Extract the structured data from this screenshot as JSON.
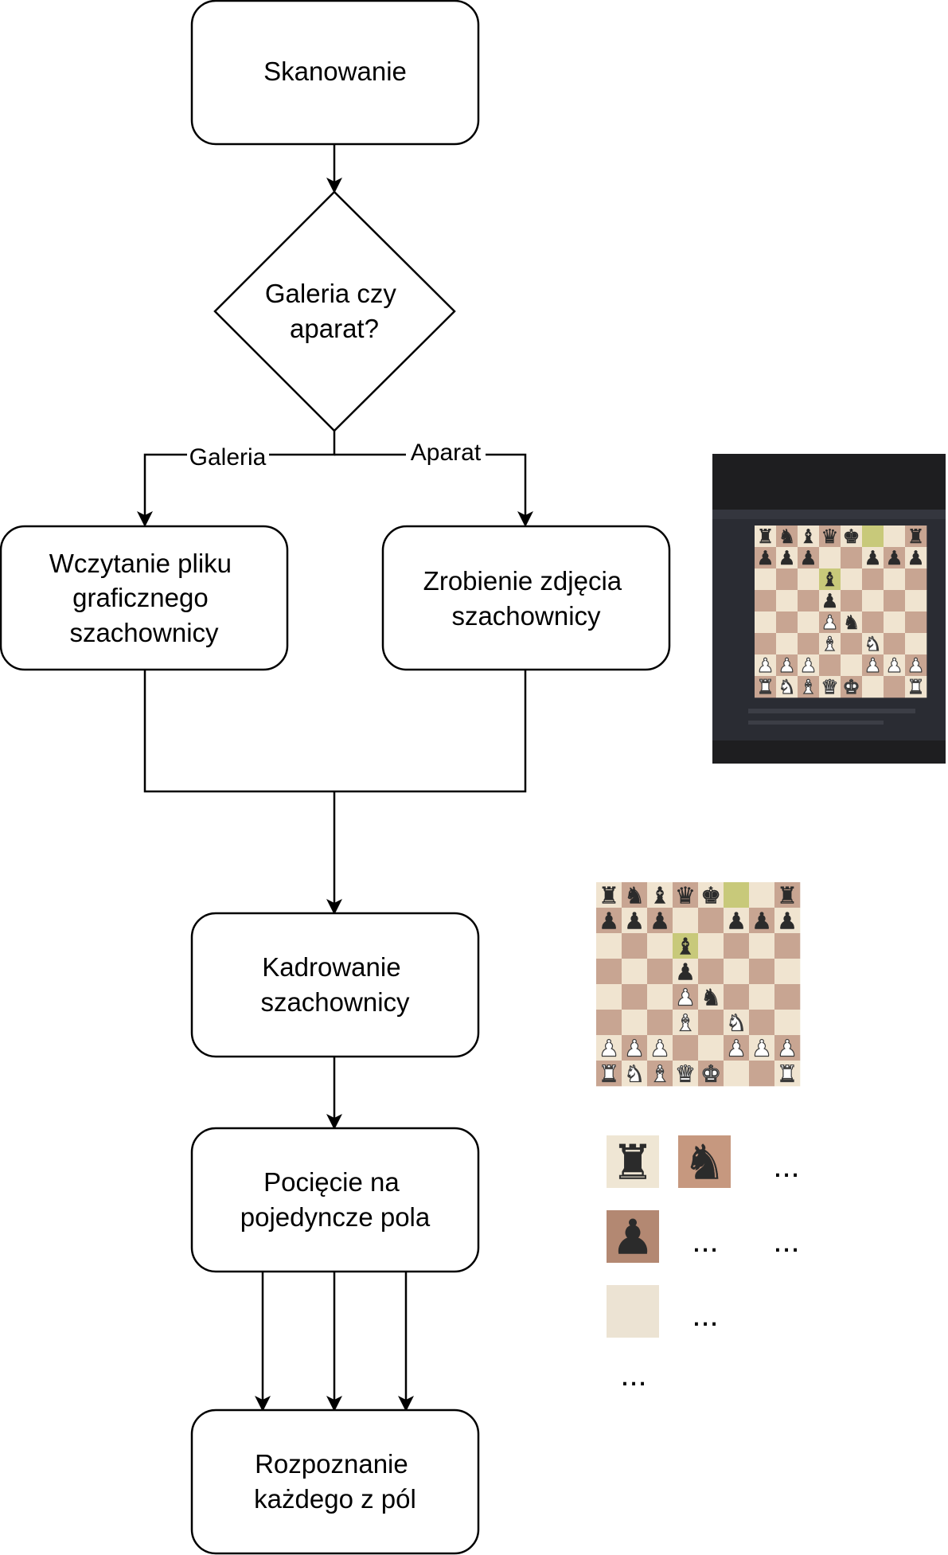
{
  "nodes": {
    "scan": [
      "Skanowanie"
    ],
    "decision": [
      "Galeria czy",
      "aparat?"
    ],
    "load_file": [
      "Wczytanie pliku",
      "graficznego",
      "szachownicy"
    ],
    "take_photo": [
      "Zrobienie zdjęcia",
      "szachownicy"
    ],
    "crop": [
      "Kadrowanie",
      "szachownicy"
    ],
    "cut": [
      "Pocięcie na",
      "pojedyncze pola"
    ],
    "recognize": [
      "Rozpoznanie",
      "każdego z pól"
    ]
  },
  "edges": {
    "gallery_label": "Galeria",
    "camera_label": "Aparat"
  },
  "ellipsis": "...",
  "board": {
    "ranks": [
      "rnbqk  r",
      "ppp  ppp",
      "   b    ",
      "   p    ",
      "   Pn   ",
      "   B N  ",
      "PPP  PPP",
      "RNBQK  R"
    ],
    "light_square": "#f0e4d0",
    "dark_square": "#c8a592",
    "highlight": "#c8c97a"
  },
  "tiles": [
    {
      "piece": "r",
      "bg": "#efe6d4"
    },
    {
      "piece": "n",
      "bg": "#c6987f"
    },
    {
      "piece": "p",
      "bg": "#b38872"
    },
    {
      "piece": "",
      "bg": "#ece3d3"
    }
  ],
  "colors": {
    "stroke": "#000000",
    "photo_bg": "#1e1e20",
    "monitor": "#2a2c33"
  }
}
